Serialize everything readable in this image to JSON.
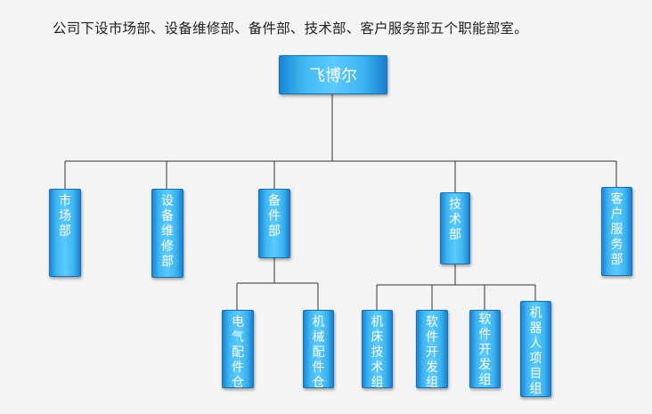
{
  "intro_text": "公司下设市场部、设备维修部、备件部、技术部、客户服务部五个职能部室。",
  "org": {
    "root": "飞博尔",
    "departments": {
      "market": "市场部",
      "equipment": "设备维修部",
      "parts": "备件部",
      "tech": "技术部",
      "service": "客户服务部"
    },
    "parts_groups": {
      "electrical": "电气配件仓",
      "mechanical": "机械配件仓"
    },
    "tech_groups": {
      "machine_tool": "机床技术组",
      "software1": "软件开发组",
      "software2": "软件开发组",
      "robot": "机器人项目组"
    }
  },
  "colors": {
    "box_fill": "#3fb8f2",
    "box_border": "#1670b8",
    "line": "#333333",
    "text": "#ffffff"
  }
}
